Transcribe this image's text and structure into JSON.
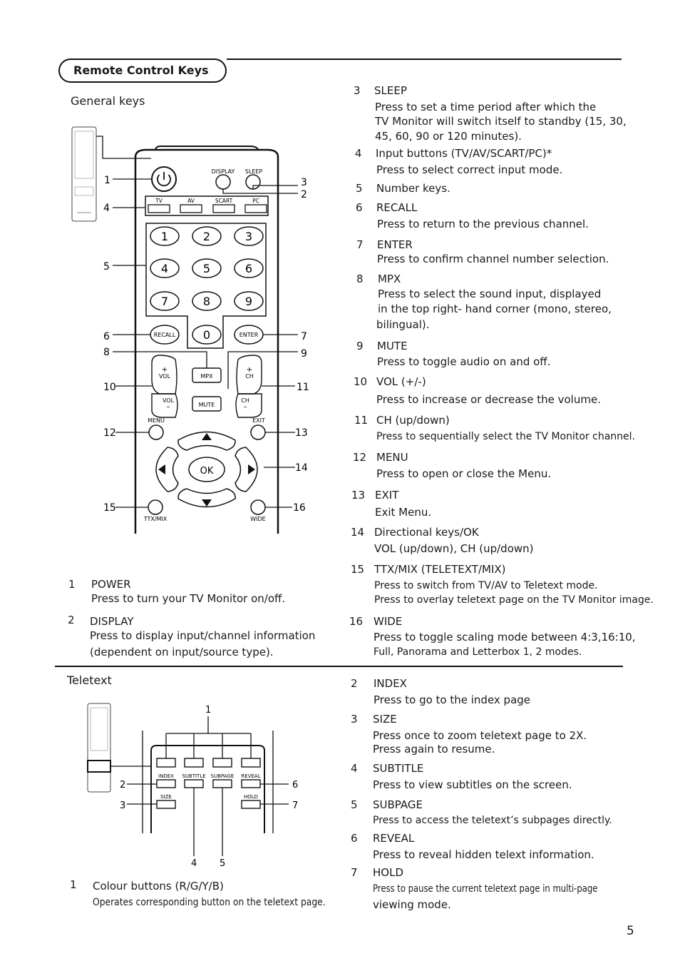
{
  "header": {
    "title": "Remote Control Keys"
  },
  "general": {
    "heading": "General keys",
    "diagram_labels": {
      "display": "DISPLAY",
      "sleep": "SLEEP",
      "tv": "TV",
      "av": "AV",
      "scart": "SCART",
      "pc": "PC",
      "digits": [
        "1",
        "2",
        "3",
        "4",
        "5",
        "6",
        "7",
        "8",
        "9",
        "0"
      ],
      "recall": "RECALL",
      "enter": "ENTER",
      "mpx": "MPX",
      "mute": "MUTE",
      "vol_plus": "+",
      "vol": "VOL",
      "vol_minus": "–",
      "ch_plus": "+",
      "ch": "CH",
      "ch_minus": "–",
      "menu": "MENU",
      "exit": "EXIT",
      "ok": "OK",
      "ttx": "TTX/MIX",
      "wide": "WIDE"
    },
    "callouts": [
      "1",
      "4",
      "5",
      "6",
      "8",
      "10",
      "12",
      "15",
      "3",
      "2",
      "7",
      "9",
      "11",
      "13",
      "14",
      "16"
    ],
    "items": [
      {
        "num": "1",
        "title": "POWER",
        "desc": [
          "Press to turn your TV Monitor on/off."
        ]
      },
      {
        "num": "2",
        "title": "DISPLAY",
        "desc": [
          "Press to display input/channel information",
          "(dependent on input/source type)."
        ]
      },
      {
        "num": "3",
        "title": "SLEEP",
        "desc": [
          "Press to set a time period after which the",
          "TV Monitor will switch itself to standby (15, 30,",
          "45, 60, 90 or 120 minutes)."
        ]
      },
      {
        "num": "4",
        "title": "Input buttons (TV/AV/SCART/PC)*",
        "desc": [
          "Press to select correct input mode."
        ]
      },
      {
        "num": "5",
        "title": "Number keys.",
        "desc": []
      },
      {
        "num": "6",
        "title": "RECALL",
        "desc": [
          "Press to return to the previous channel."
        ]
      },
      {
        "num": "7",
        "title": "ENTER",
        "desc": [
          "Press to confirm channel number selection."
        ]
      },
      {
        "num": "8",
        "title": "MPX",
        "desc": [
          "Press to select the sound input, displayed",
          "in the top right- hand corner (mono, stereo,",
          "bilingual)."
        ]
      },
      {
        "num": "9",
        "title": "MUTE",
        "desc": [
          "Press to toggle audio on and off."
        ]
      },
      {
        "num": "10",
        "title": "VOL (+/-)",
        "desc": [
          "Press to increase or decrease the volume."
        ]
      },
      {
        "num": "11",
        "title": "CH (up/down)",
        "desc": [
          "Press to sequentially select the TV Monitor channel."
        ]
      },
      {
        "num": "12",
        "title": "MENU",
        "desc": [
          "Press to open or close the Menu."
        ]
      },
      {
        "num": "13",
        "title": "EXIT",
        "desc": [
          "Exit Menu."
        ]
      },
      {
        "num": "14",
        "title": "Directional keys/OK",
        "desc": [
          "VOL (up/down), CH (up/down)"
        ]
      },
      {
        "num": "15",
        "title": "TTX/MIX (TELETEXT/MIX)",
        "desc": [
          "Press to switch from TV/AV to Teletext mode.",
          "Press to overlay teletext page on the TV Monitor image."
        ]
      },
      {
        "num": "16",
        "title": "WIDE",
        "desc": [
          "Press to toggle scaling mode between 4:3,16:10,",
          "Full, Panorama and Letterbox 1, 2 modes."
        ]
      }
    ]
  },
  "teletext": {
    "heading": "Teletext",
    "diagram_labels": {
      "index": "INDEX",
      "subtitle": "SUBTITLE",
      "subpage": "SUBPAGE",
      "reveal": "REVEAL",
      "size": "SIZE",
      "hold": "HOLD"
    },
    "callouts": [
      "1",
      "2",
      "3",
      "4",
      "5",
      "6",
      "7"
    ],
    "items": [
      {
        "num": "1",
        "title": "Colour buttons (R/G/Y/B)",
        "desc": [
          "Operates corresponding button on the teletext page."
        ]
      },
      {
        "num": "2",
        "title": "INDEX",
        "desc": [
          "Press to go to the index page"
        ]
      },
      {
        "num": "3",
        "title": "SIZE",
        "desc": [
          "Press once to zoom teletext page to 2X.",
          "Press again to resume."
        ]
      },
      {
        "num": "4",
        "title": "SUBTITLE",
        "desc": [
          "Press to view subtitles on the screen."
        ]
      },
      {
        "num": "5",
        "title": "SUBPAGE",
        "desc": [
          "Press to access the teletext’s subpages directly."
        ]
      },
      {
        "num": "6",
        "title": "REVEAL",
        "desc": [
          "Press to reveal hidden telext information."
        ]
      },
      {
        "num": "7",
        "title": "HOLD",
        "desc": [
          "Press to pause the current teletext page in multi-page",
          "viewing mode."
        ]
      }
    ]
  },
  "footer": {
    "page_number": "5"
  }
}
